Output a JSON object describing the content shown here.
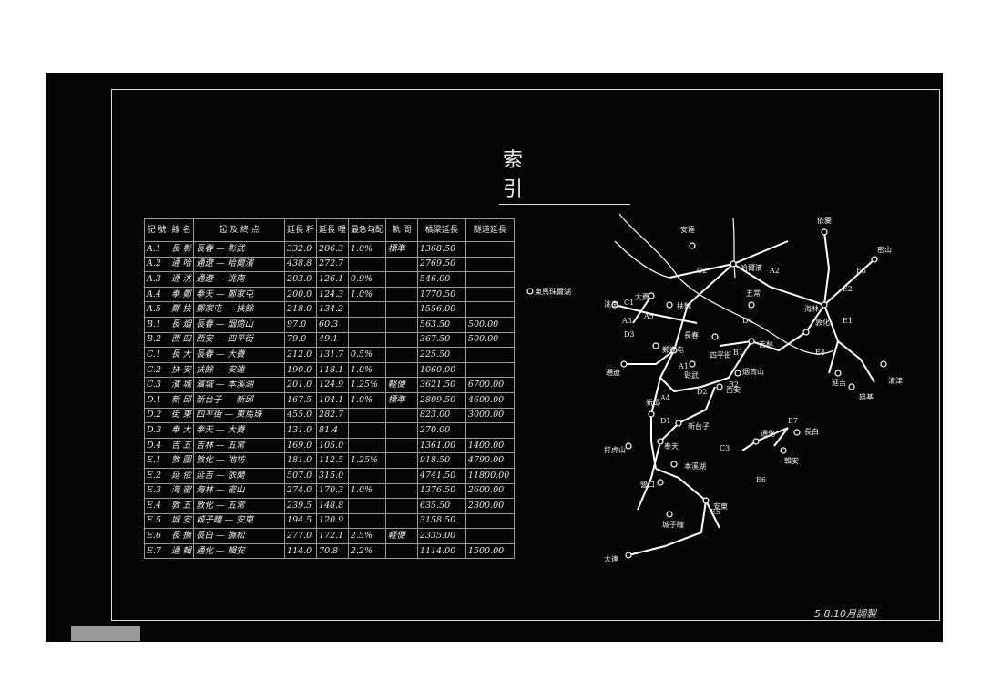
{
  "sheet": {
    "title": "索　引",
    "stamp": "5.8.10月調製"
  },
  "table": {
    "headers": [
      "記 號",
      "線 名",
      "起 及 終 点",
      "延長 粁",
      "延長 哩",
      "最急勾配",
      "軌 間",
      "橋梁延長",
      "隧道延長"
    ],
    "rows": [
      [
        "A.1",
        "長 彰",
        "長春 — 彰武",
        "332.0",
        "206.3",
        "1.0%",
        "標準",
        "1368.50",
        ""
      ],
      [
        "A.2",
        "通 哈",
        "通遼 — 哈爾濱",
        "438.8",
        "272.7",
        "",
        "",
        "2769.50",
        ""
      ],
      [
        "A.3",
        "通 洮",
        "通遼 — 洮南",
        "203.0",
        "126.1",
        "0.9%",
        "",
        "546.00",
        ""
      ],
      [
        "A.4",
        "奉 鄭",
        "奉天 — 鄭家屯",
        "200.0",
        "124.3",
        "1.0%",
        "",
        "1770.50",
        ""
      ],
      [
        "A.5",
        "鄭 扶",
        "鄭家屯 — 扶餘",
        "218.0",
        "134.2",
        "",
        "",
        "1556.00",
        ""
      ],
      [
        "B.1",
        "長 烟",
        "長春 — 烟筒山",
        "97.0",
        "60.3",
        "",
        "",
        "563.50",
        "500.00"
      ],
      [
        "B.2",
        "西 四",
        "西安 — 四平街",
        "79.0",
        "49.1",
        "",
        "",
        "367.50",
        "500.00"
      ],
      [
        "C.1",
        "長 大",
        "長春 — 大賚",
        "212.0",
        "131.7",
        "0.5%",
        "",
        "225.50",
        ""
      ],
      [
        "C.2",
        "扶 安",
        "扶餘 — 安達",
        "190.0",
        "118.1",
        "1.0%",
        "",
        "1060.00",
        ""
      ],
      [
        "C.3",
        "濱 城",
        "濱城 — 本溪湖",
        "201.0",
        "124.9",
        "1.25%",
        "軽便",
        "3621.50",
        "6700.00"
      ],
      [
        "D.1",
        "新 邱",
        "新台子 — 新邱",
        "167.5",
        "104.1",
        "1.0%",
        "標準",
        "2809.50",
        "4600.00"
      ],
      [
        "D.2",
        "街 東",
        "四平街 — 東馬珠",
        "455.0",
        "282.7",
        "",
        "",
        "823.00",
        "3000.00"
      ],
      [
        "D.3",
        "奉 大",
        "奉天 — 大賚",
        "131.0",
        "81.4",
        "",
        "",
        "270.00",
        ""
      ],
      [
        "D.4",
        "吉 五",
        "吉林 — 五常",
        "169.0",
        "105.0",
        "",
        "",
        "1361.00",
        "1400.00"
      ],
      [
        "E.1",
        "敦 圖",
        "敦化 — 地坊",
        "181.0",
        "112.5",
        "1.25%",
        "",
        "918.50",
        "4790.00"
      ],
      [
        "E.2",
        "延 依",
        "延吉 — 依蘭",
        "507.0",
        "315.0",
        "",
        "",
        "4741.50",
        "11800.00"
      ],
      [
        "E.3",
        "海 密",
        "海林 — 密山",
        "274.0",
        "170.3",
        "1.0%",
        "",
        "1376.50",
        "2600.00"
      ],
      [
        "E.4",
        "敦 五",
        "敦化 — 五常",
        "239.5",
        "148.8",
        "",
        "",
        "635.50",
        "2300.00"
      ],
      [
        "E.5",
        "城 安",
        "城子疃 — 安東",
        "194.5",
        "120.9",
        "",
        "",
        "3158.50",
        ""
      ],
      [
        "E.6",
        "長 撫",
        "長白 — 撫松",
        "277.0",
        "172.1",
        "2.5%",
        "軽便",
        "2335.00",
        ""
      ],
      [
        "E.7",
        "通 輯",
        "通化 — 輯安",
        "114.0",
        "70.8",
        "2.2%",
        "",
        "1114.00",
        "1500.00"
      ]
    ]
  },
  "map": {
    "places": [
      "東馬珠爾湖",
      "安達",
      "哈爾濱",
      "依蘭",
      "密山",
      "洮南",
      "大賚",
      "扶餘",
      "五常",
      "海林",
      "鄭家屯",
      "四平街",
      "吉林",
      "敦化",
      "延吉",
      "通遼",
      "烟筒山",
      "西安",
      "新邱",
      "新台子",
      "通化",
      "長白",
      "打虎山",
      "奉天",
      "本溪湖",
      "輯安",
      "營口",
      "安東",
      "城子疃",
      "大連",
      "清津",
      "雄基",
      "長春",
      "彰武"
    ],
    "routes": [
      "A1",
      "A2",
      "A3",
      "A4",
      "A5",
      "B1",
      "B2",
      "C1",
      "C2",
      "C3",
      "D1",
      "D2",
      "D3",
      "D4",
      "E1",
      "E2",
      "E3",
      "E4",
      "E5",
      "E6",
      "E7"
    ]
  }
}
